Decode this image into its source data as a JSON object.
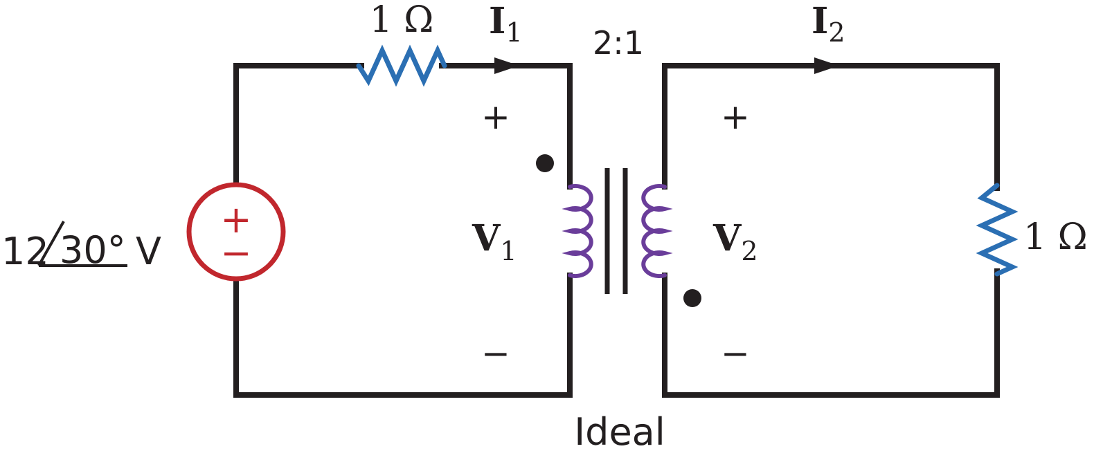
{
  "source": {
    "magnitude": "12",
    "angle": "30°",
    "unit": "V",
    "plus": "+",
    "minus": "−"
  },
  "resistor_primary": {
    "label": "1 Ω"
  },
  "resistor_load": {
    "label": "1 Ω"
  },
  "current_1": {
    "symbol": "I",
    "subscript": "1"
  },
  "current_2": {
    "symbol": "I",
    "subscript": "2"
  },
  "voltage_1": {
    "symbol": "V",
    "subscript": "1",
    "plus": "+",
    "minus": "−"
  },
  "voltage_2": {
    "symbol": "V",
    "subscript": "2",
    "plus": "+",
    "minus": "−"
  },
  "transformer": {
    "ratio": "2:1",
    "type_label": "Ideal"
  },
  "colors": {
    "wire": "#231f20",
    "resistor": "#2b6fb3",
    "source": "#c1272d",
    "coil": "#6a3d9a"
  }
}
